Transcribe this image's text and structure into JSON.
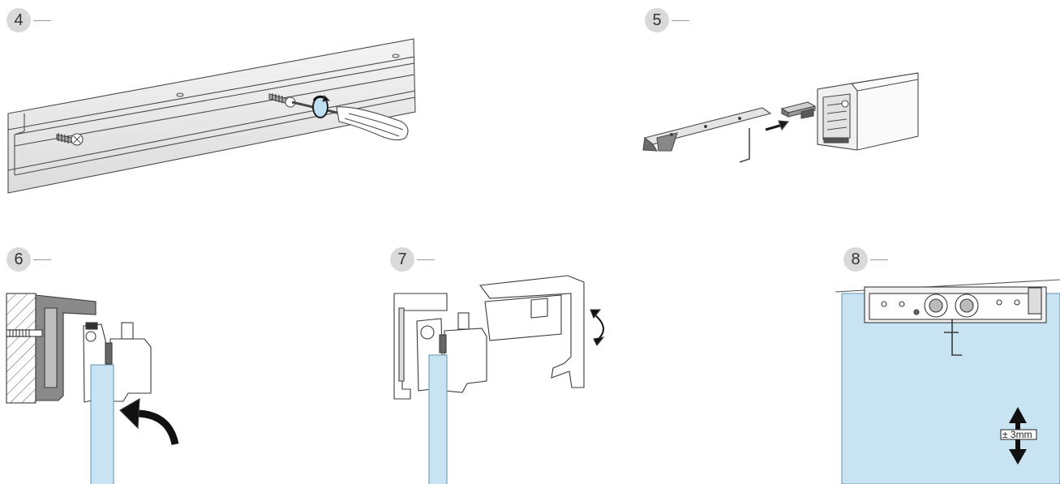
{
  "steps": [
    {
      "number": "4"
    },
    {
      "number": "5"
    },
    {
      "number": "6"
    },
    {
      "number": "7"
    },
    {
      "number": "8"
    }
  ],
  "adjustment_label": "± 3mm",
  "colors": {
    "glass": "#c8e4f3",
    "glass_stroke": "#6a9ab5",
    "line": "#4a4a4a",
    "dark_part": "#3a3a3a",
    "badge": "#d9d9d9"
  }
}
